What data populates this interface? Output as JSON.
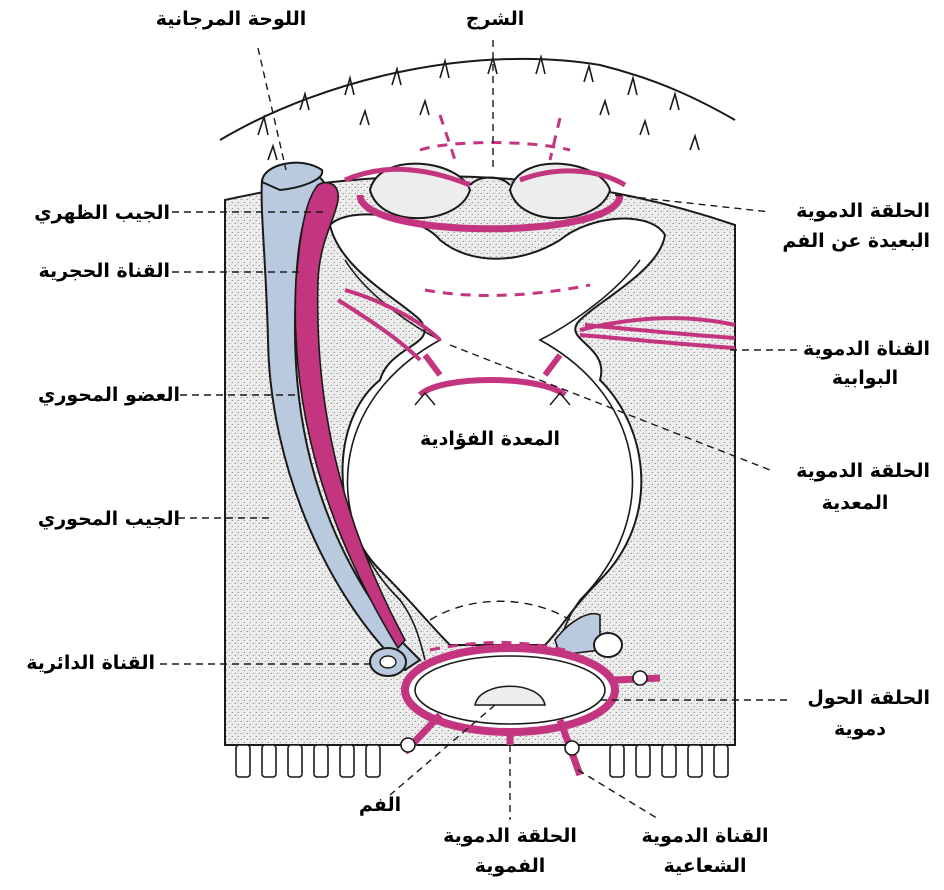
{
  "labels": {
    "madreporite": "اللوحة المرجانية",
    "hinge": "الشرج",
    "aboral_ring_1": "الحلقة الدموية",
    "aboral_ring_2": "البعيدة عن الفم",
    "dorsal_sac": "الجيب الظهري",
    "stone_canal": "القناة الحجرية",
    "gastric_vessel_1": "القناة الدموية",
    "gastric_vessel_2": "البوابية",
    "axial_organ": "العضو المحوري",
    "cardiac_stomach": "المعدة الفؤادية",
    "gastric_ring_1": "الحلقة الدموية",
    "gastric_ring_2": "المعدية",
    "axial_sinus": "الجيب المحوري",
    "ring_canal": "القناة الدائرية",
    "perioral_ring_1": "الحلقة الحول",
    "perioral_ring_2": "دموية",
    "mouth": "الفم",
    "oral_ring_1": "الحلقة الدموية",
    "oral_ring_2": "الفموية",
    "radial_vessel_1": "القناة الدموية",
    "radial_vessel_2": "الشعاعية"
  },
  "colors": {
    "magenta": "#c4357f",
    "blue": "#b9c9de",
    "stipple_bg": "#e6e6e6",
    "line": "#1a1a1a"
  }
}
